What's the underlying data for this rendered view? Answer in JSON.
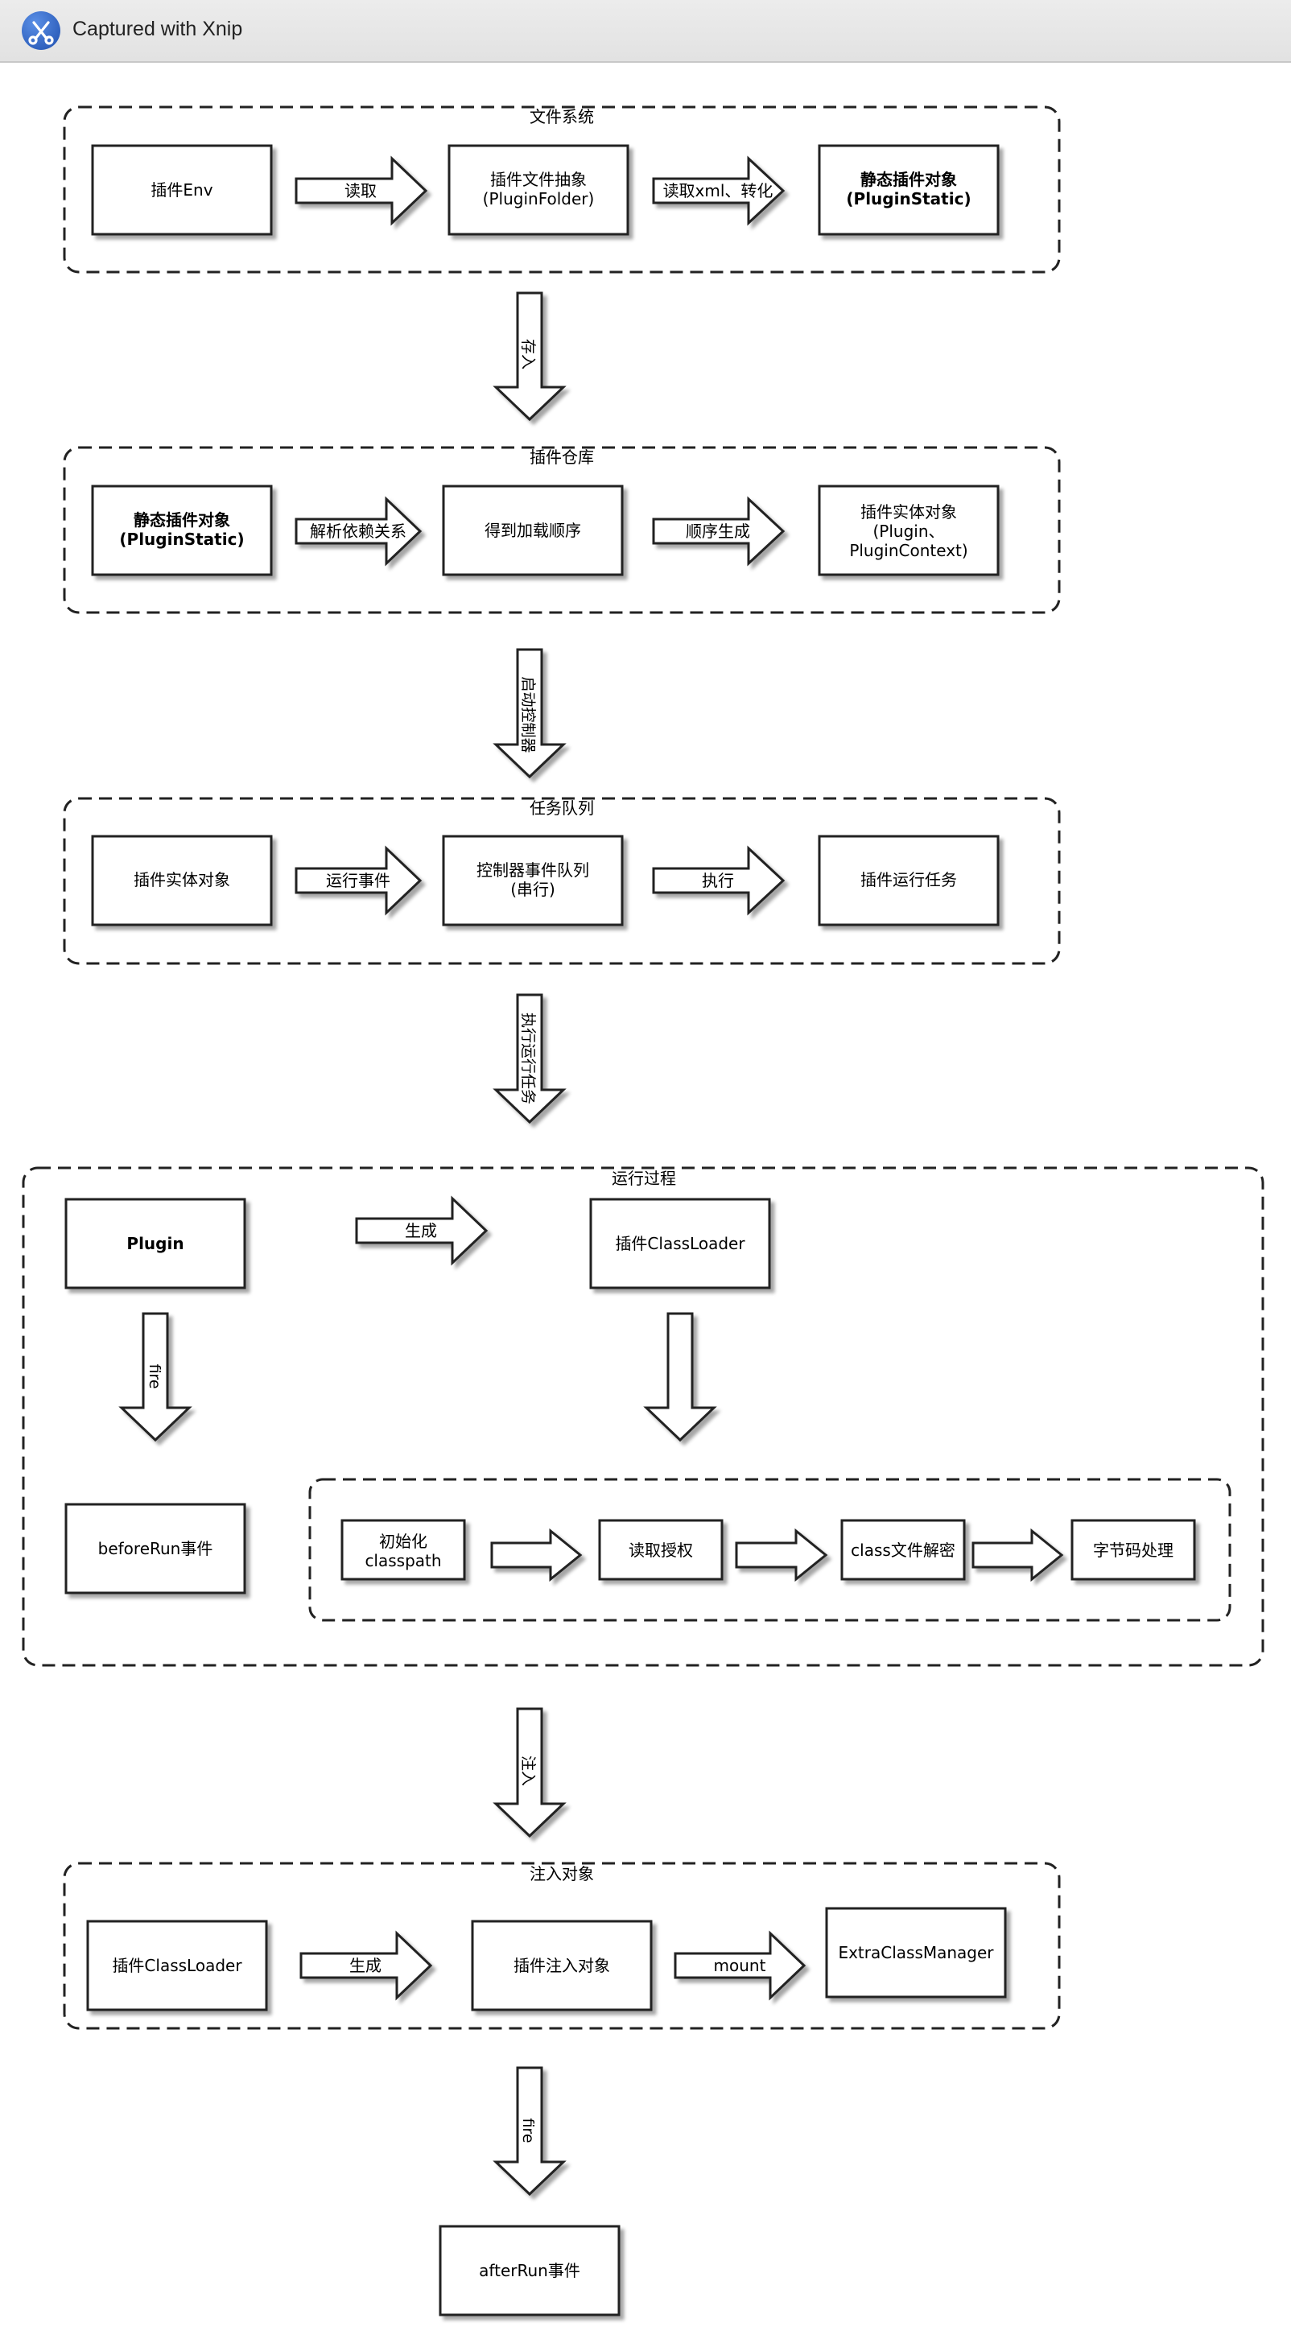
{
  "window": {
    "title": "Captured with Xnip",
    "icon": "xnip-scissors-icon"
  },
  "groups": {
    "file_system": "文件系统",
    "plugin_repo": "插件仓库",
    "task_queue": "任务队列",
    "run_process": "运行过程",
    "inject_object": "注入对象"
  },
  "boxes": {
    "plugin_env": "插件Env",
    "plugin_folder_1": "插件文件抽象",
    "plugin_folder_2": "(PluginFolder)",
    "static_obj_a_1": "静态插件对象",
    "static_obj_a_2": "(PluginStatic)",
    "static_obj_b_1": "静态插件对象",
    "static_obj_b_2": "(PluginStatic)",
    "load_order": "得到加载顺序",
    "entity_1": "插件实体对象",
    "entity_2": "(Plugin、",
    "entity_3": "PluginContext)",
    "entity_obj": "插件实体对象",
    "ctrl_queue_1": "控制器事件队列",
    "ctrl_queue_2": "(串行)",
    "run_task": "插件运行任务",
    "plugin": "Plugin",
    "plugin_classloader": "插件ClassLoader",
    "before_run": "beforeRun事件",
    "init_cp_1": "初始化",
    "init_cp_2": "classpath",
    "read_auth": "读取授权",
    "decrypt": "class文件解密",
    "bytecode": "字节码处理",
    "classloader_b": "插件ClassLoader",
    "inject_obj": "插件注入对象",
    "ecm": "ExtraClassManager",
    "after_run": "afterRun事件"
  },
  "arrows": {
    "read": "读取",
    "read_xml": "读取xml、转化",
    "store": "存入",
    "parse_deps": "解析依赖关系",
    "order_gen": "顺序生成",
    "start_ctrl": "启动控制器",
    "run_event": "运行事件",
    "execute": "执行",
    "exec_task": "执行运行任务",
    "generate_a": "生成",
    "fire_a": "fire",
    "inject": "注入",
    "generate_b": "生成",
    "mount": "mount",
    "fire_b": "fire"
  }
}
